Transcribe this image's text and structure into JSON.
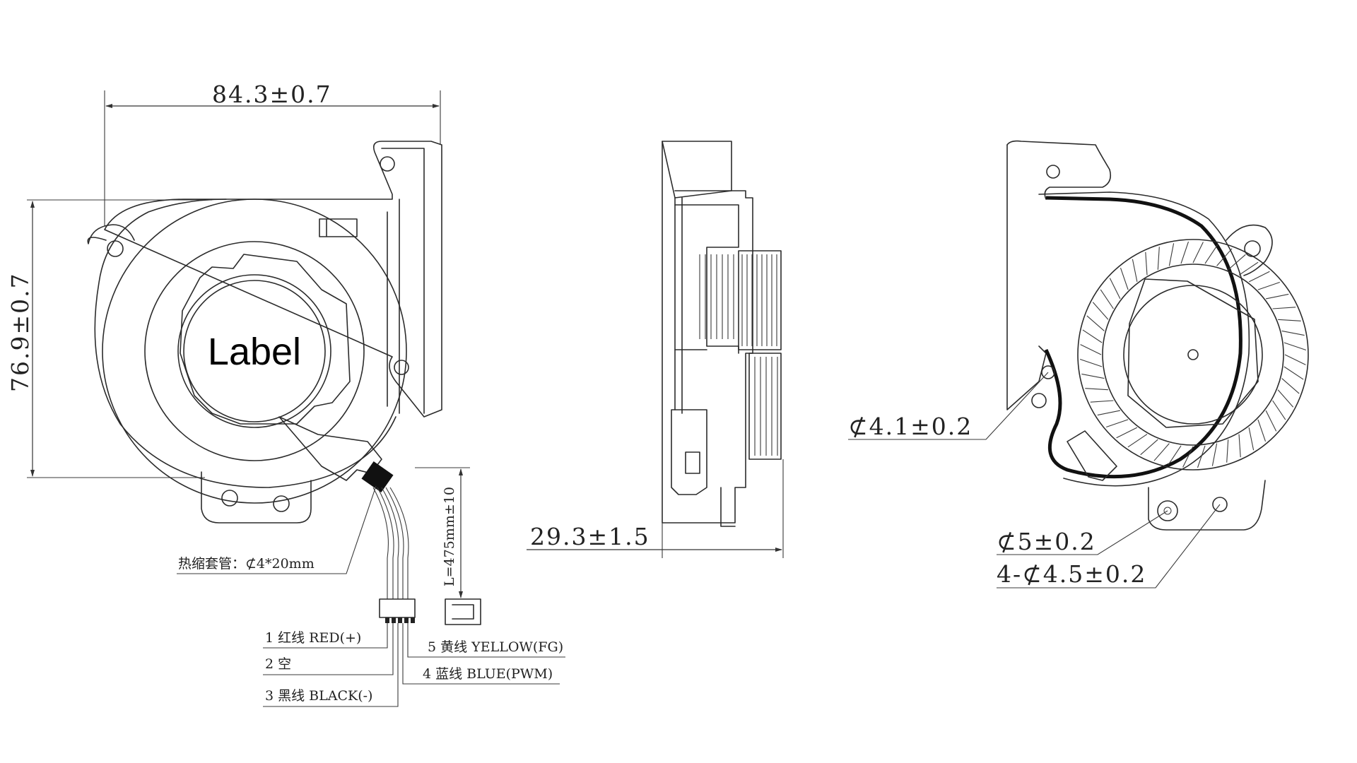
{
  "front_view": {
    "width_dim": "84.3±0.7",
    "height_dim": "76.9±0.7",
    "label_text": "Label",
    "sleeve_note": "热缩套管：⊄4*20mm",
    "cable_length": "L=475mm±10"
  },
  "wires": [
    "1 红线 RED(+)",
    "2 空",
    "3 黑线 BLACK(-)",
    "4 蓝线 BLUE(PWM)",
    "5 黄线 YELLOW(FG)"
  ],
  "side_view": {
    "thickness_dim": "29.3±1.5"
  },
  "rear_view": {
    "hole_top_dim": "⊄4.1±0.2",
    "hole_center_dim": "⊄5±0.2",
    "holes_dim": "4-⊄4.5±0.2"
  },
  "colors": {
    "line": "#2b2b2b",
    "background": "#ffffff",
    "sleeve": "#111111"
  }
}
